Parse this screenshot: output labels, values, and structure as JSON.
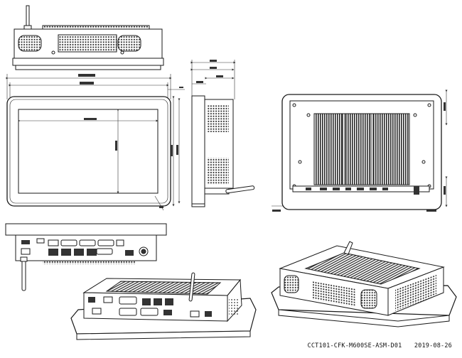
{
  "drawing": {
    "number": "CCT101-CFK-M600SE-ASM-D01",
    "date": "2019-08-26"
  },
  "colors": {
    "line": "#1a1a1a",
    "dim": "#333333",
    "screen": "#ffffff",
    "fin": "#2a2a2a"
  },
  "views": [
    "top-view",
    "front-view",
    "side-view",
    "rear-view",
    "bottom-io-view",
    "iso-rear-io-view",
    "iso-rear-heatsink-view"
  ]
}
